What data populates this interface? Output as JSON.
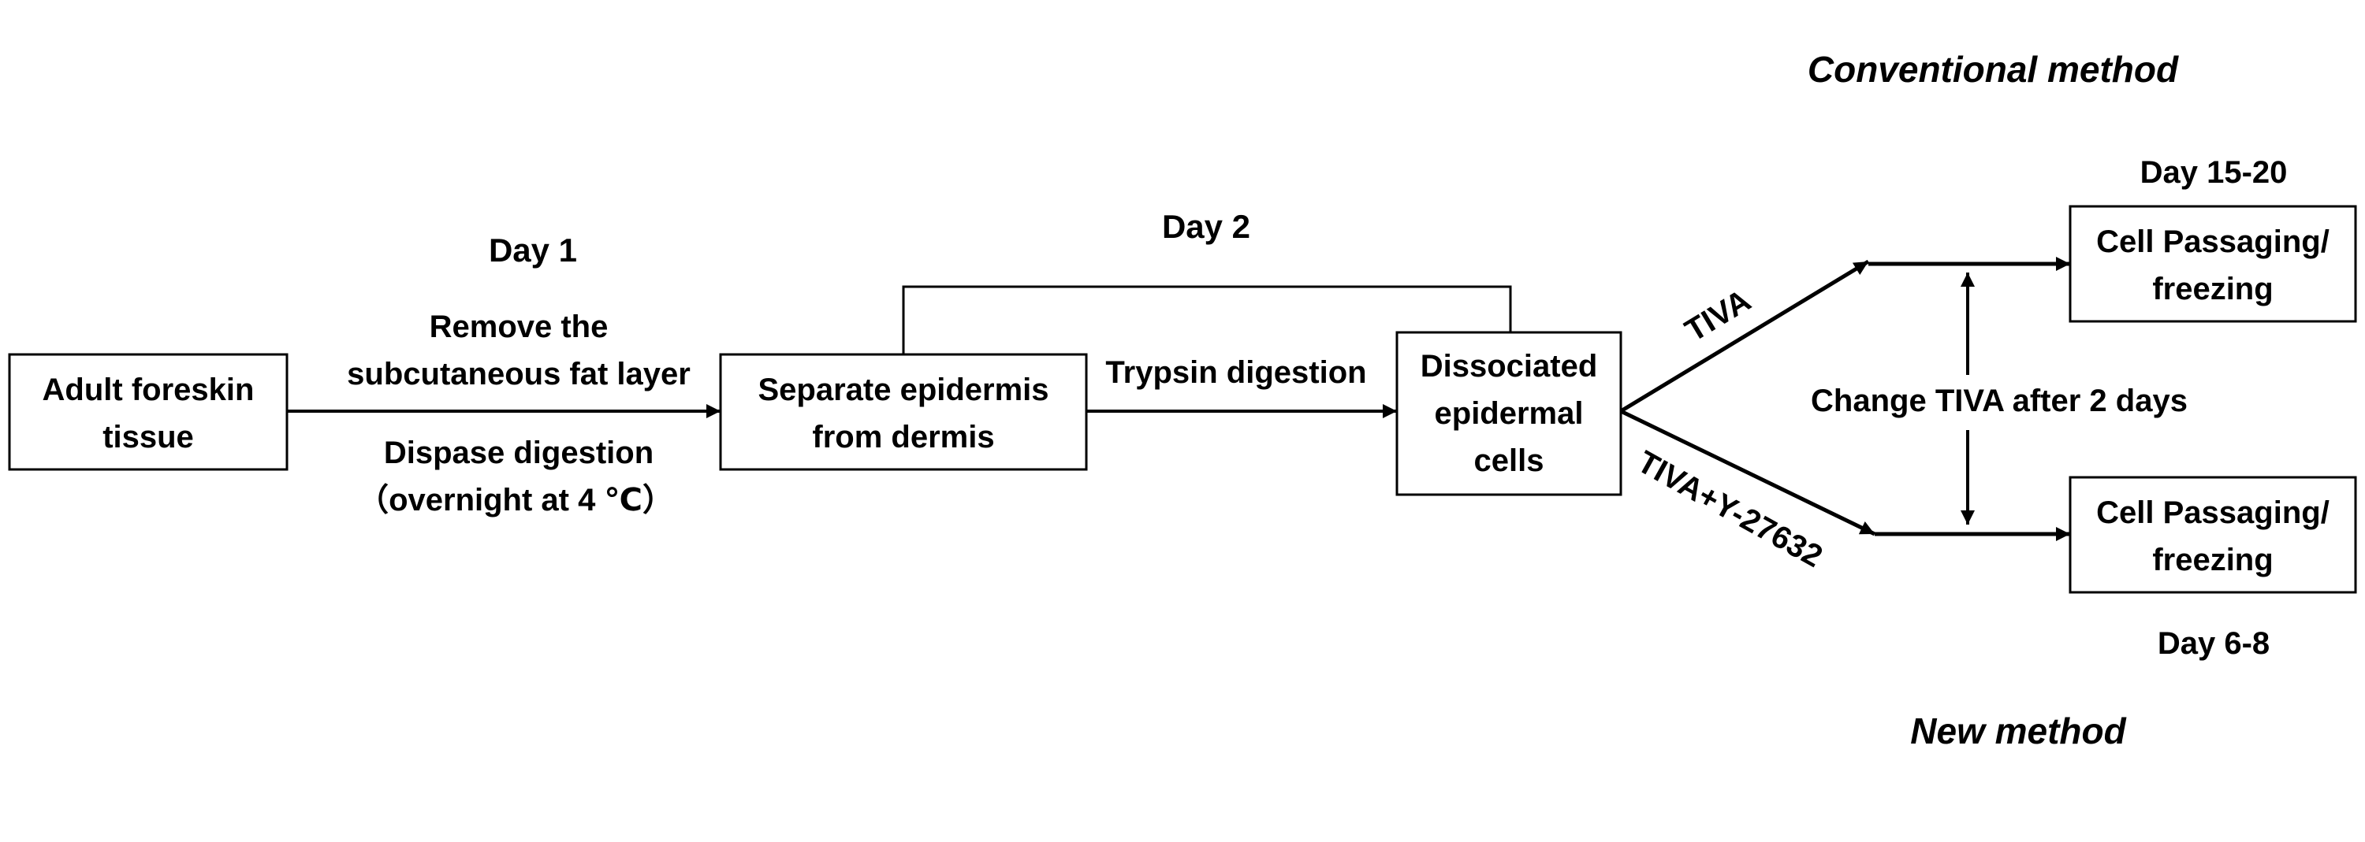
{
  "boxes": {
    "adult_foreskin": [
      "Adult foreskin",
      "tissue"
    ],
    "separate_epidermis": [
      "Separate epidermis",
      "from dermis"
    ],
    "dissociated_cells": [
      "Dissociated",
      "epidermal",
      "cells"
    ],
    "passaging_top": [
      "Cell Passaging/",
      "freezing"
    ],
    "passaging_bottom": [
      "Cell Passaging/",
      "freezing"
    ]
  },
  "labels": {
    "day1": "Day 1",
    "remove_fat": [
      "Remove the",
      "subcutaneous fat layer"
    ],
    "dispase": [
      "Dispase digestion",
      "（overnight at 4 ℃）"
    ],
    "day2": "Day 2",
    "trypsin": "Trypsin digestion",
    "tiva": "TIVA",
    "tiva_y": "TIVA+Y-27632",
    "change_tiva": "Change  TIVA after 2 days",
    "day_15_20": "Day 15-20",
    "day_6_8": "Day 6-8",
    "conventional": "Conventional method",
    "new_method": "New method"
  },
  "colors": {
    "stroke": "#000000",
    "text": "#000000",
    "background": "#ffffff"
  }
}
